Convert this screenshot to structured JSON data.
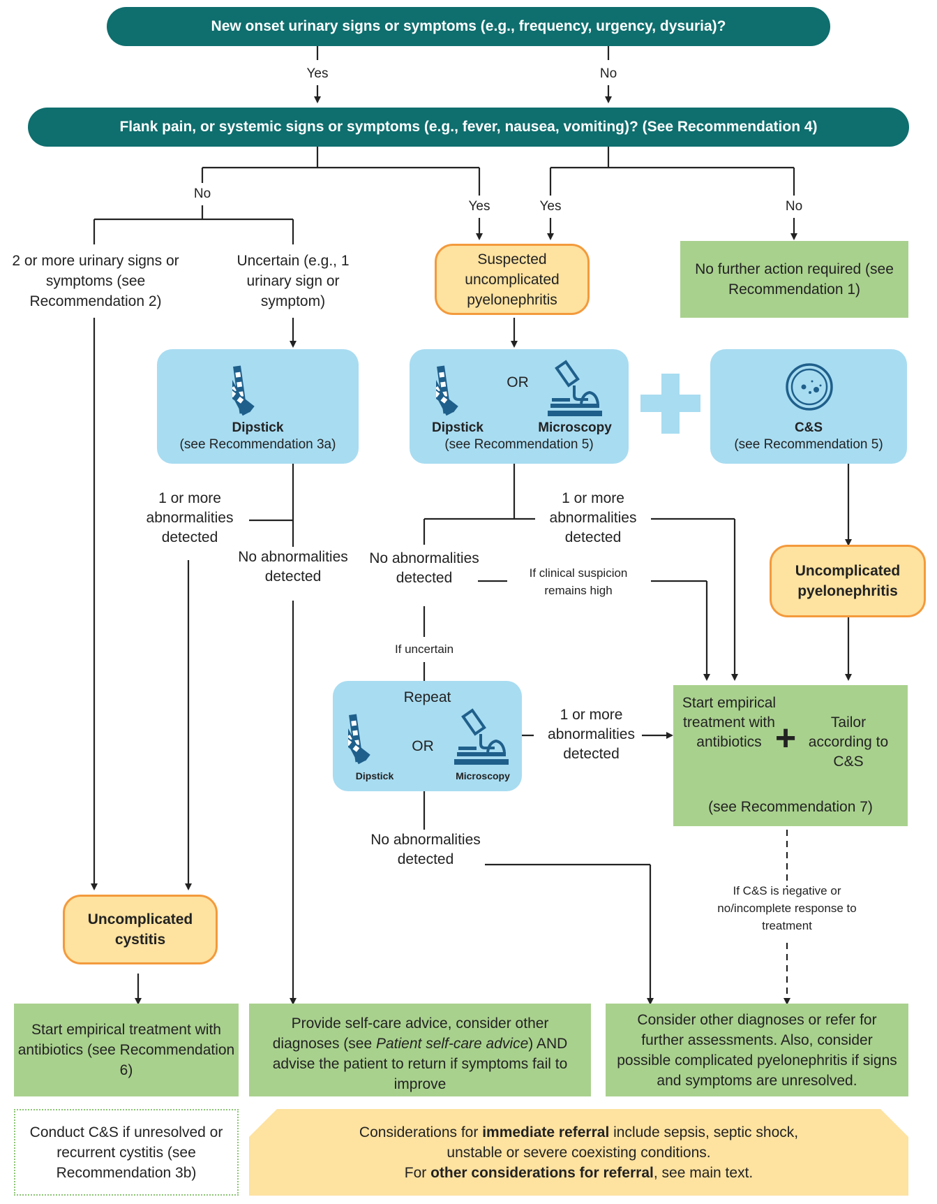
{
  "q1": "New onset urinary signs or symptoms (e.g., frequency, urgency, dysuria)?",
  "q1_yes": "Yes",
  "q1_no": "No",
  "q2": "Flank pain, or systemic signs or symptoms (e.g., fever, nausea, vomiting)? (See Recommendation 4)",
  "q2_left_no": "No",
  "q2_left_yes": "Yes",
  "q2_right_yes": "Yes",
  "q2_right_no": "No",
  "two_or_more": "2 or more urinary signs or symptoms (see Recommendation 2)",
  "uncertain": "Uncertain (e.g., 1 urinary sign or symptom)",
  "suspected_pyelo": "Suspected uncomplicated pyelonephritis",
  "no_further_action": "No further action required (see Recommendation 1)",
  "dipstick_box": {
    "title": "Dipstick",
    "ref": "(see Recommendation 3a)"
  },
  "mid_box": {
    "dipstick": "Dipstick",
    "or": "OR",
    "microscopy": "Microscopy",
    "ref": "(see Recommendation 5)"
  },
  "cs_box": {
    "title": "C&S",
    "ref": "(see Recommendation 5)"
  },
  "left_abn": "1 or more abnormalities detected",
  "left_no_abn": "No abnormalities detected",
  "mid_abn": "1 or more abnormalities detected",
  "mid_no_abn": "No abnormalities detected",
  "if_clinical_suspicion": "If clinical suspicion remains high",
  "if_uncertain": "If uncertain",
  "repeat_box": {
    "title": "Repeat",
    "or": "OR",
    "dipstick": "Dipstick",
    "microscopy": "Microscopy"
  },
  "repeat_abn": "1 or more abnormalities detected",
  "repeat_no_abn": "No abnormalities detected",
  "uncomplicated_pyelo": "Uncomplicated pyelonephritis",
  "treatment_box": {
    "start": "Start empirical treatment with antibiotics",
    "plus": "+",
    "tailor": "Tailor according to C&S",
    "ref": "(see Recommendation 7)"
  },
  "if_cs_negative": "If C&S is negative or no/incomplete response to treatment",
  "uncomplicated_cystitis": "Uncomplicated cystitis",
  "start_empirical": "Start empirical treatment with antibiotics (see Recommendation 6)",
  "self_care": {
    "part1": "Provide self-care advice, consider other diagnoses (see ",
    "italic": "Patient self-care advice",
    "part2": ") AND advise the patient to return if symptoms fail to improve"
  },
  "consider_other": "Consider other diagnoses or refer for further assessments. Also, consider possible complicated pyelonephritis if signs and symptoms are unresolved.",
  "conduct_cs": "Conduct C&S if unresolved or recurrent cystitis (see Recommendation 3b)",
  "referral": {
    "line1_a": "Considerations for ",
    "line1_b": "immediate referral",
    "line1_c": " include sepsis, septic shock,",
    "line2": "unstable or severe coexisting conditions.",
    "line3_a": "For ",
    "line3_b": "other considerations for referral",
    "line3_c": ", see main text."
  },
  "colors": {
    "teal": "#0f6e6e",
    "orange_fill": "#fde2a0",
    "orange_border": "#f39a3c",
    "green": "#a9d18e",
    "blue": "#a8dcf1",
    "icon": "#1f5f8b",
    "plus": "#a8dcf1",
    "banner": "#fde2a0"
  }
}
